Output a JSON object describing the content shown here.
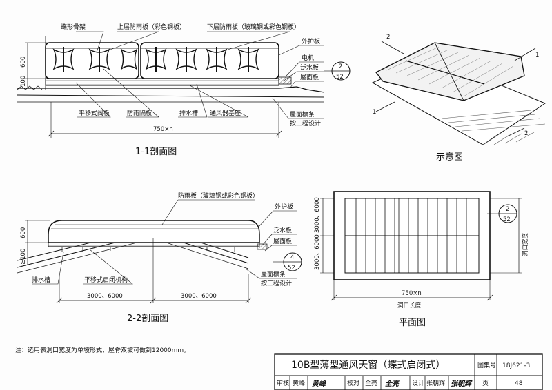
{
  "section11": {
    "caption": "1-1剖面图",
    "labels": {
      "butterfly_frame": "蝶形骨架",
      "upper_panel": "上层防雨板（彩色钢板）",
      "lower_panel": "下层防雨板（玻璃钢或彩色钢板）",
      "outer_guard": "外护板",
      "motor": "电机",
      "flashing": "泛水板",
      "roof_panel": "屋面板",
      "sliding_valve": "平移式阀板",
      "rain_divider": "防雨隔板",
      "drain": "排水槽",
      "base": "通风器基座",
      "purlin": "屋面檩条",
      "purlin2": "按工程设计"
    },
    "dims": {
      "height": "600",
      "curb": "100",
      "width": "750×n"
    },
    "ref": {
      "top": "2",
      "bottom": "52"
    }
  },
  "schematic": {
    "caption": "示意图",
    "cut1": "1",
    "cut2": "2"
  },
  "section22": {
    "caption": "2-2剖面图",
    "labels": {
      "panel": "防雨板（玻璃钢或彩色钢板）",
      "outer_guard": "外护板",
      "flashing": "泛水板",
      "roof_panel": "屋面板",
      "drain": "排水槽",
      "mechanism": "平移式启闭机构",
      "purlin": "屋面檩条",
      "purlin2": "按工程设计"
    },
    "dims": {
      "height": "600",
      "curb": "≥100",
      "left": "3000、6000",
      "right": "3000、6000"
    },
    "ref": {
      "top": "4",
      "bottom": "52"
    }
  },
  "plan": {
    "caption": "平面图",
    "dims": {
      "top": "3000、6000",
      "bottom": "3000、6000",
      "width": "750×n",
      "width_label": "洞口长度",
      "depth_label": "洞口宽度"
    },
    "ref": {
      "top": "2",
      "bottom": "52"
    }
  },
  "note": "注：选用表洞口宽度为单坡形式，屋脊双坡可做到12000mm。",
  "titleblock": {
    "title": "10B型薄型通风天窗（蝶式启闭式）",
    "atlas_label": "图集号",
    "atlas_no": "18J621-3",
    "review_label": "审核",
    "reviewer": "黄峰",
    "reviewer_sig": "黄峰",
    "check_label": "校对",
    "checker": "全亮",
    "checker_sig": "全亮",
    "design_label": "设计",
    "designer": "张朝辉",
    "designer_sig": "张朝辉",
    "page_label": "页",
    "page_no": "48"
  }
}
